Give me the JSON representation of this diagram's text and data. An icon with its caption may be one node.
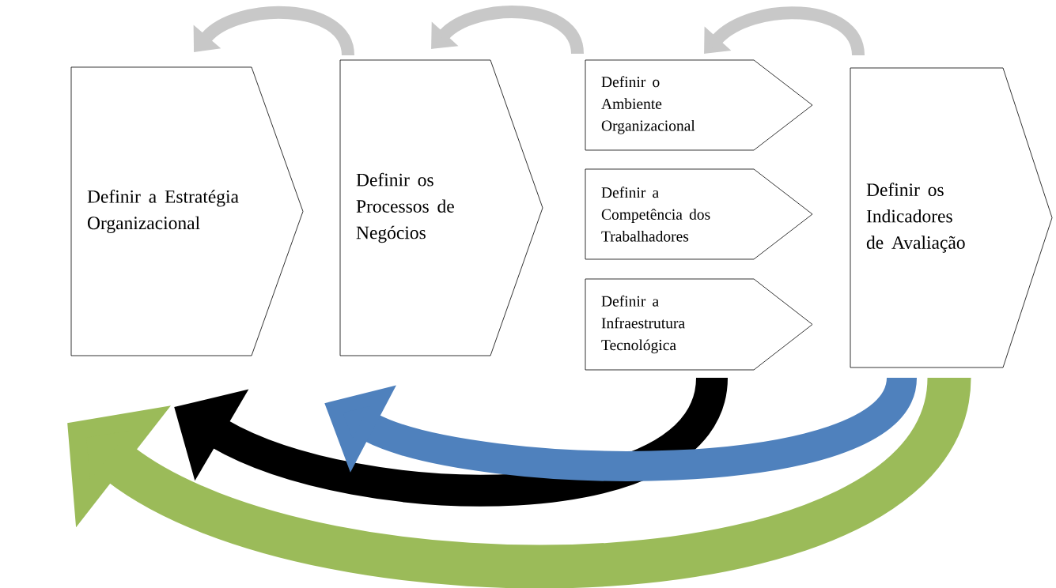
{
  "diagram": {
    "nodes": [
      {
        "text": [
          "Definir a Estratégia Organizacional"
        ]
      },
      {
        "text": [
          "Definir os Processos de Negócios"
        ]
      },
      {
        "text": [
          "Definir o Ambiente Organizacional"
        ]
      },
      {
        "text": [
          "Definir a Competência dos Trabalhadores"
        ]
      },
      {
        "text": [
          "Definir a Infraestrutura Tecnológica"
        ]
      },
      {
        "text": [
          "Definir os Indicadores de Avaliação"
        ]
      }
    ],
    "edges": [
      {
        "from": 1,
        "to": 0,
        "arrow": "to",
        "color": "#c8c8c8"
      },
      {
        "from": 2,
        "to": 1,
        "arrow": "to",
        "color": "#c8c8c8"
      },
      {
        "from": 5,
        "to": 2,
        "arrow": "to",
        "color": "#c8c8c8"
      },
      {
        "from": 5,
        "to": 0,
        "arrow": "to",
        "style": "thick",
        "color": "#9bbb59"
      },
      {
        "from": 4,
        "to": 0,
        "arrow": "to",
        "style": "thick",
        "color": "#000000"
      },
      {
        "from": 5,
        "to": 1,
        "arrow": "to",
        "style": "thick",
        "color": "#4f81bd"
      }
    ]
  }
}
